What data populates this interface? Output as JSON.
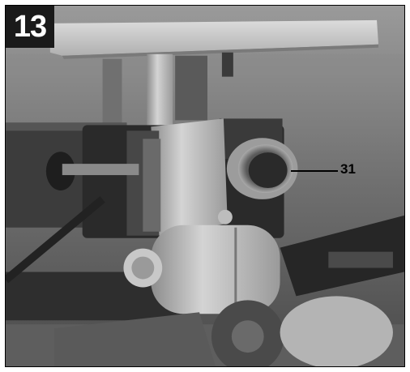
{
  "figure": {
    "number": "13",
    "callout": {
      "label": "31",
      "target": "dust-extraction-port"
    },
    "colors": {
      "background": "#7c7c7c",
      "table": "#c9c9c9",
      "metal": "#b9b9b9",
      "dark": "#2a2a2a",
      "label_box": "#1a1a1a"
    }
  }
}
